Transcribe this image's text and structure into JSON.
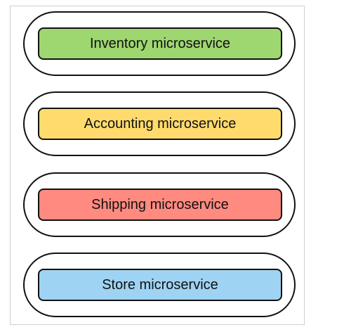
{
  "services": [
    {
      "label": "Inventory microservice",
      "color": "#9ed670"
    },
    {
      "label": "Accounting microservice",
      "color": "#ffdb6e"
    },
    {
      "label": "Shipping microservice",
      "color": "#ff8a80"
    },
    {
      "label": "Store microservice",
      "color": "#9fd3f3"
    }
  ]
}
